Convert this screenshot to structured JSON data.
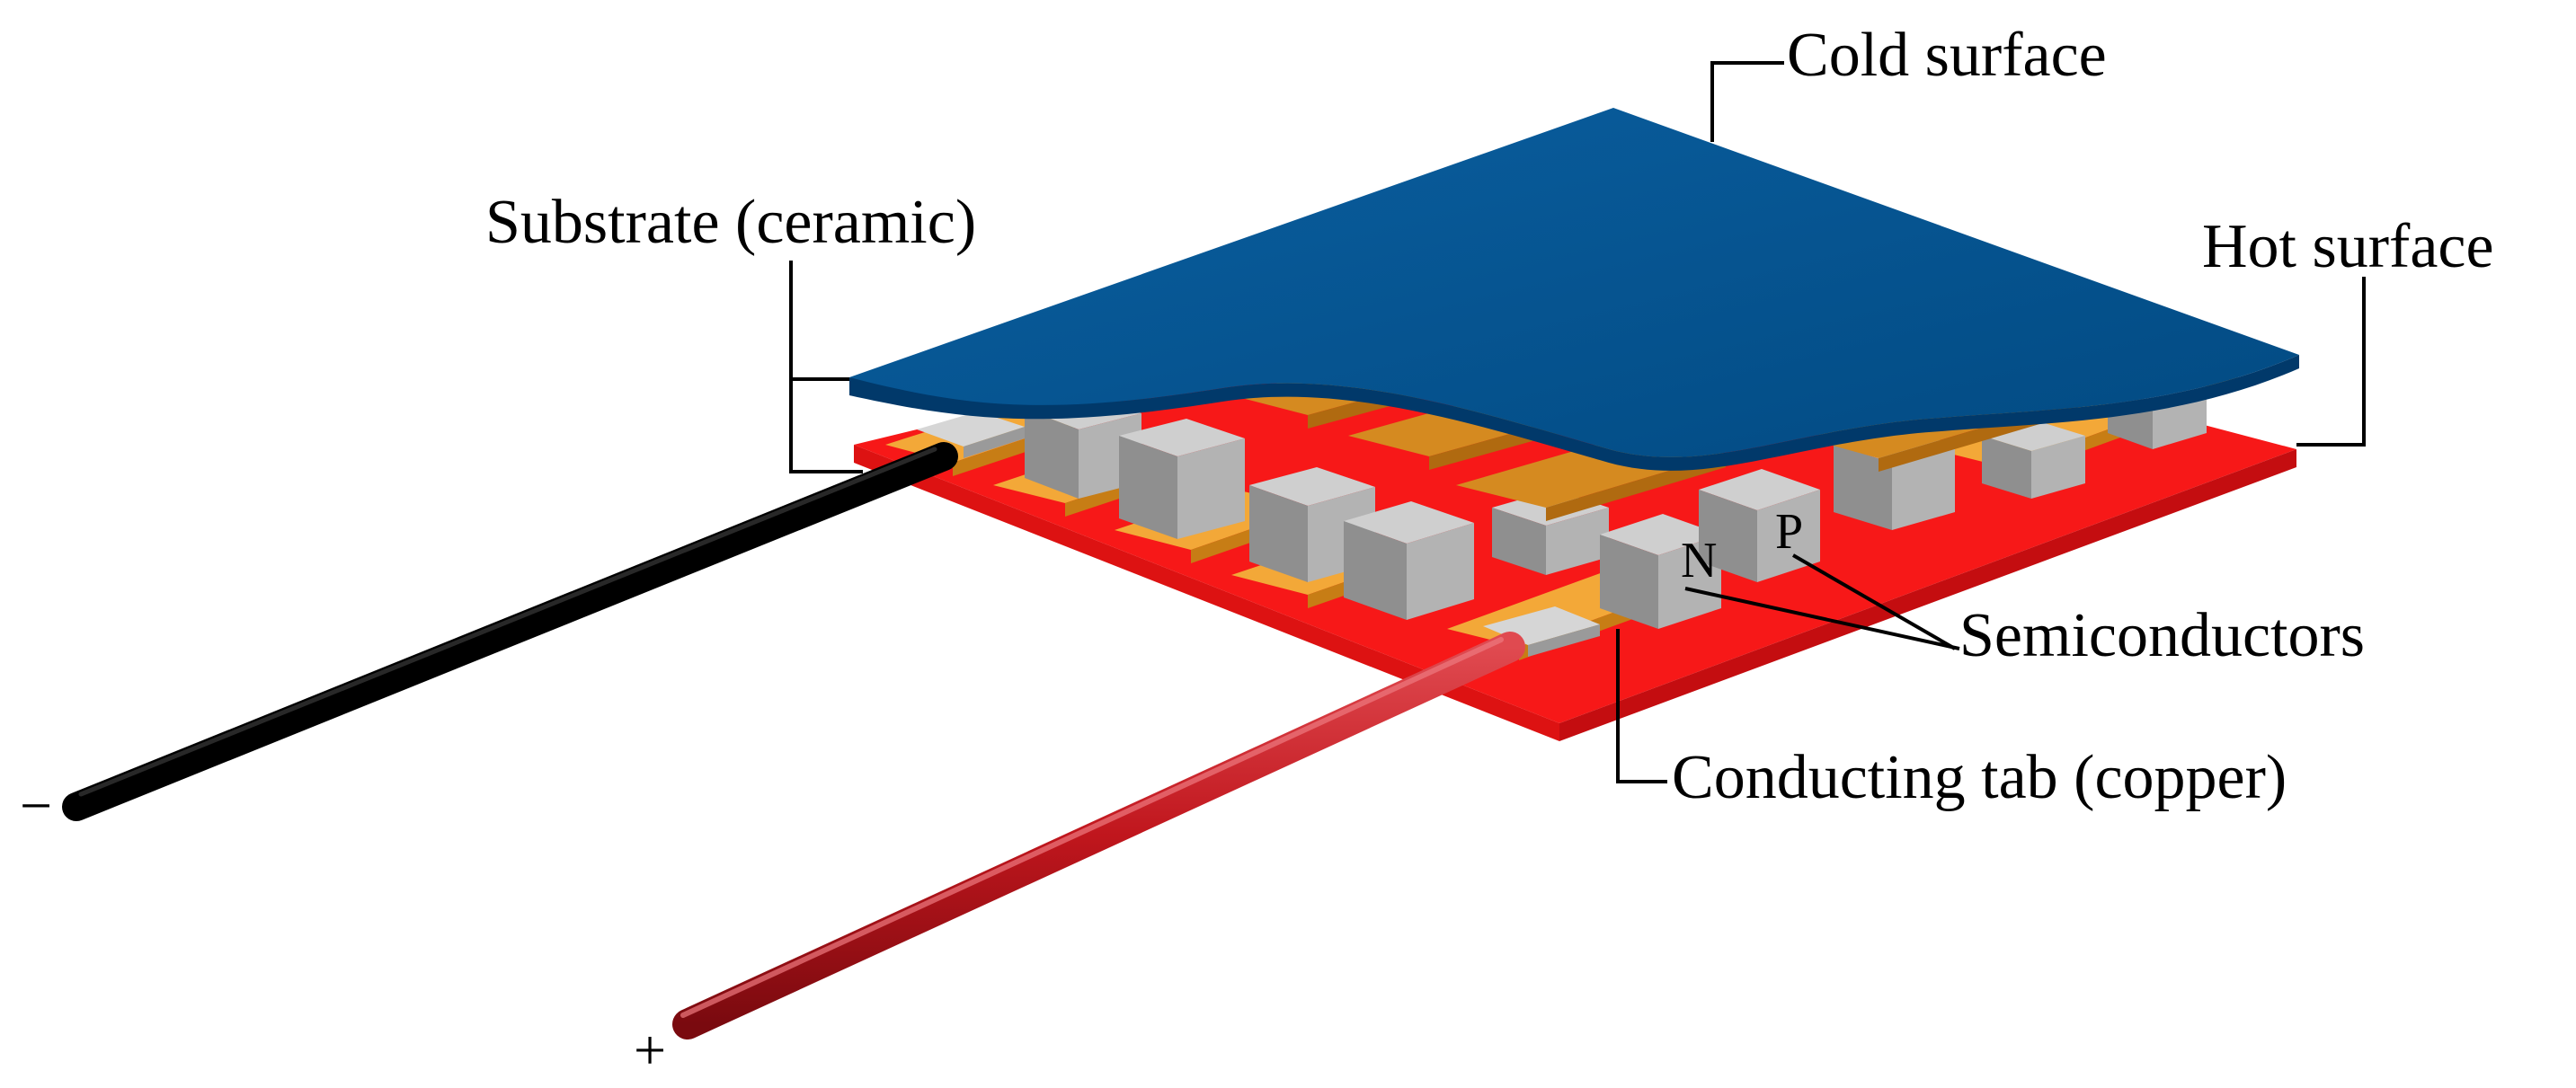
{
  "labels": {
    "cold_surface": "Cold surface",
    "hot_surface": "Hot surface",
    "substrate": "Substrate (ceramic)",
    "semiconductors": "Semiconductors",
    "conducting_tab": "Conducting tab (copper)",
    "n_type": "N",
    "p_type": "P",
    "negative_terminal": "−",
    "positive_terminal": "+"
  },
  "colors": {
    "cold_plate": "#02528f",
    "hot_plate": "#ff1a1a",
    "copper_tab": "#f0a430",
    "semiconductor": "#a8a8a8",
    "negative_wire": "#000000",
    "positive_wire": "#c0161d"
  }
}
